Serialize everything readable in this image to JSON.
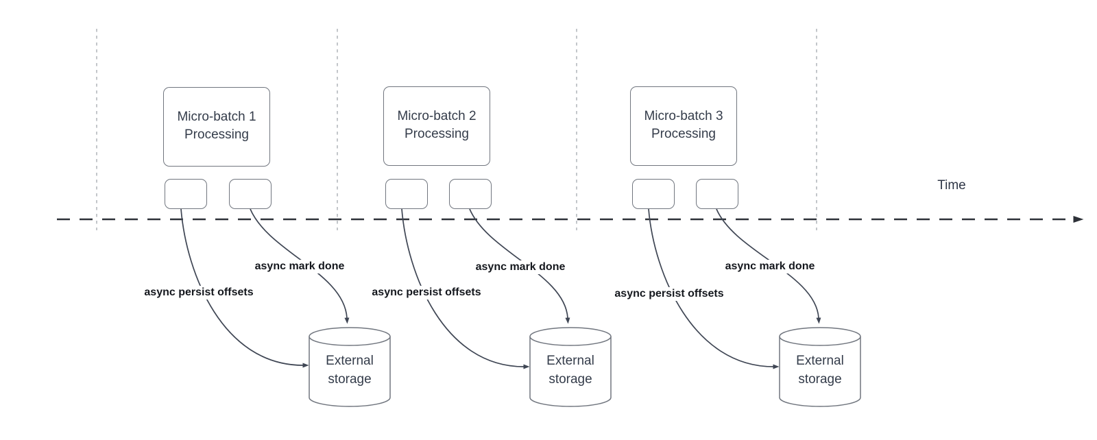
{
  "diagram": {
    "time_axis_label": "Time",
    "batches": [
      {
        "title": "Micro-batch 1",
        "subtitle": "Processing"
      },
      {
        "title": "Micro-batch 2",
        "subtitle": "Processing"
      },
      {
        "title": "Micro-batch 3",
        "subtitle": "Processing"
      }
    ],
    "arrow_labels": {
      "persist": "async persist offsets",
      "done": "async mark done"
    },
    "storage": {
      "line1": "External",
      "line2": "storage"
    },
    "colors": {
      "curve_stroke": "#3f4654",
      "axis_stroke": "#2d3138",
      "guide_stroke": "#b4b8bd",
      "shape_border": "#70757e",
      "shape_text": "#343c4a",
      "bold_label_text": "#14171d"
    }
  }
}
